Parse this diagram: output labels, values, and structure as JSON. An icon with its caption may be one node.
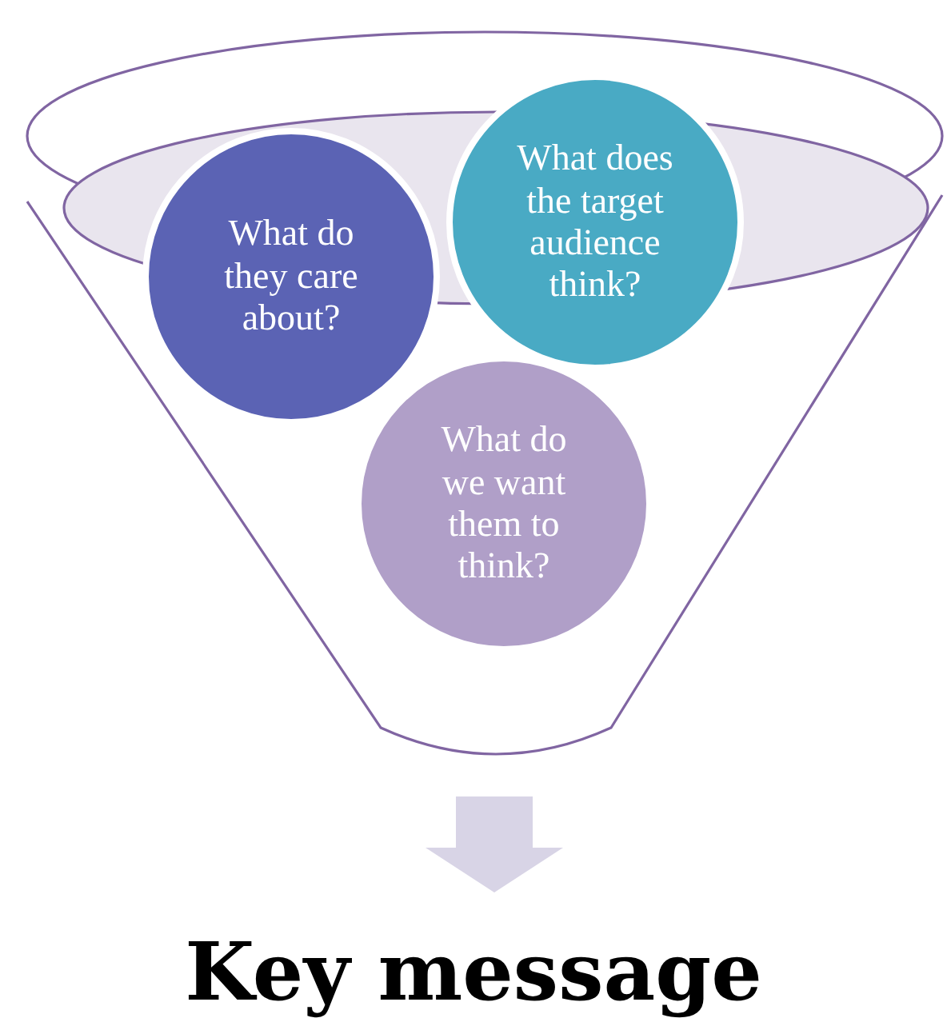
{
  "diagram": {
    "nodes": [
      {
        "text": [],
        "shape": "funnel"
      },
      {
        "text": [
          "What do they care about?"
        ]
      },
      {
        "text": [
          "What does the target audience think?"
        ]
      },
      {
        "text": [
          "What do we want them to think?"
        ],
        "in": 0
      },
      {
        "text": [
          "Key message"
        ]
      }
    ],
    "edges": [
      {
        "from": 0,
        "to": 4,
        "arrow": "to"
      }
    ]
  }
}
